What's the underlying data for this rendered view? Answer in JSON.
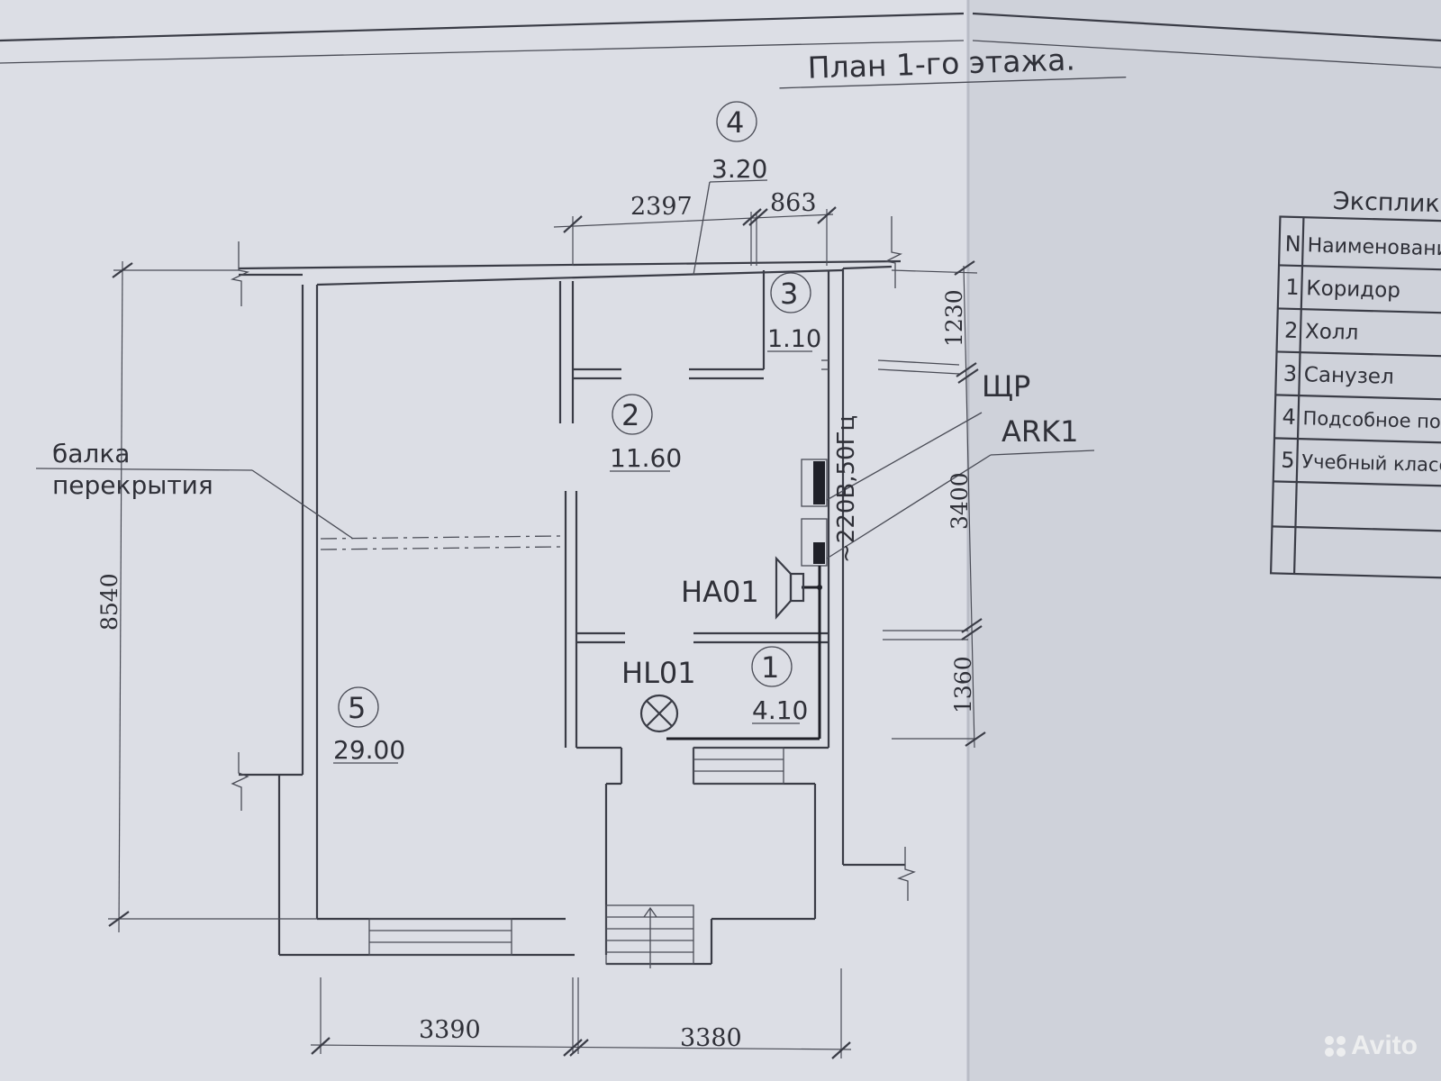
{
  "title": "План 1-го этажа.",
  "rooms": [
    {
      "num": "1",
      "area": "4.10"
    },
    {
      "num": "2",
      "area": "11.60"
    },
    {
      "num": "3",
      "area": "1.10"
    },
    {
      "num": "4",
      "area": "3.20"
    },
    {
      "num": "5",
      "area": "29.00"
    }
  ],
  "dimensions": {
    "top_a": "2397",
    "top_b": "863",
    "right_a": "1230",
    "right_b": "3400",
    "right_c": "1360",
    "left": "8540",
    "bottom_a": "3390",
    "bottom_b": "3380"
  },
  "labels": {
    "beam_line1": "балка",
    "beam_line2": "перекрытия",
    "panel": "ЩР",
    "ark": "ARK1",
    "supply": "~220В,50Гц",
    "horn": "НА01",
    "lamp": "HL01"
  },
  "explication": {
    "title": "Экспликац",
    "header_n": "N",
    "header_name": "Наименование",
    "rows": [
      {
        "n": "1",
        "name": "Коридор"
      },
      {
        "n": "2",
        "name": "Холл"
      },
      {
        "n": "3",
        "name": "Санузел"
      },
      {
        "n": "4",
        "name": "Подсобное пом"
      },
      {
        "n": "5",
        "name": "Учебный класс"
      }
    ]
  },
  "watermark": "Avito"
}
